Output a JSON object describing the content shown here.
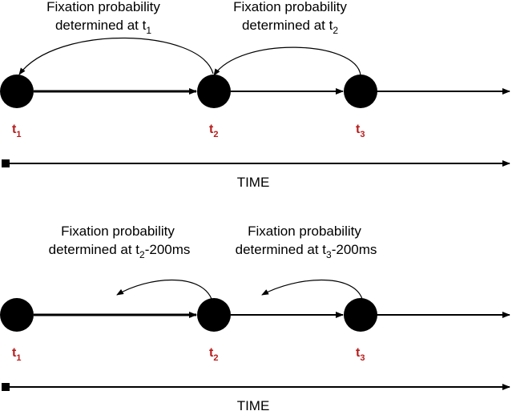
{
  "top": {
    "annotation_1": {
      "prefix": "Fixation probability",
      "line2": "determined at t",
      "sub": "1",
      "suffix": ""
    },
    "annotation_2": {
      "prefix": "Fixation probability",
      "line2": "determined at t",
      "sub": "2",
      "suffix": ""
    },
    "fixations": [
      {
        "label": "t",
        "sub": "1"
      },
      {
        "label": "t",
        "sub": "2"
      },
      {
        "label": "t",
        "sub": "3"
      }
    ],
    "time_label": "TIME"
  },
  "bottom": {
    "annotation_1": {
      "prefix": "Fixation probability",
      "line2": "determined at t",
      "sub": "2",
      "suffix": "-200ms"
    },
    "annotation_2": {
      "prefix": "Fixation probability",
      "line2": "determined at t",
      "sub": "3",
      "suffix": "-200ms"
    },
    "fixations": [
      {
        "label": "t",
        "sub": "1"
      },
      {
        "label": "t",
        "sub": "2"
      },
      {
        "label": "t",
        "sub": "3"
      }
    ],
    "time_label": "TIME"
  },
  "colors": {
    "fixation_label": "#b71c1c",
    "ink": "#000000"
  }
}
